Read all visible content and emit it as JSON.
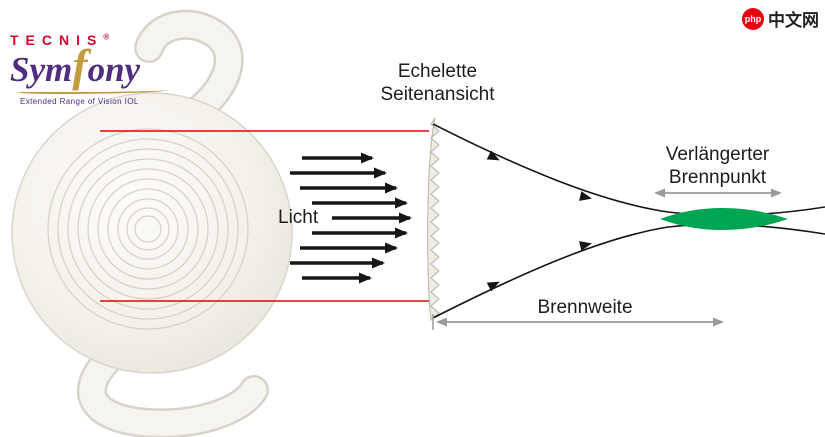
{
  "branding": {
    "name": "TECNIS",
    "reg_mark": "®",
    "product_pre": "Sym",
    "product_f": "f",
    "product_post": "ony",
    "tagline": "Extended Range of Vision IOL"
  },
  "watermark": {
    "badge": "php",
    "text": "中文网"
  },
  "labels": {
    "echelette_title_line1": "Echelette",
    "echelette_title_line2": "Seitenansicht",
    "light": "Licht",
    "extended_focus_line1": "Verlängerter",
    "extended_focus_line2": "Brennpunkt",
    "focal_length": "Brennweite"
  },
  "colors": {
    "accent_red": "#e10600",
    "focus_green": "#00a554",
    "ray_black": "#161616",
    "measure_gray": "#9a9a9a",
    "brand_red": "#cf0a2c",
    "brand_purple": "#4f2d7f",
    "brand_gold": "#c29b40",
    "label_text": "#1d1d1d"
  }
}
